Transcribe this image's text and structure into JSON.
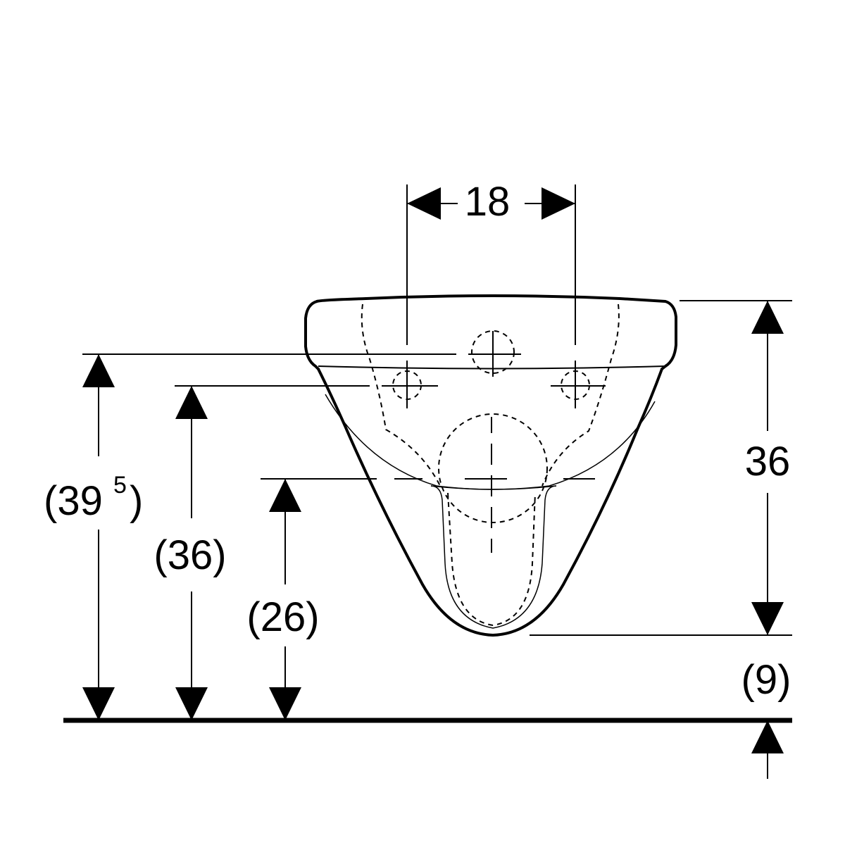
{
  "dimensions": {
    "top_width": "18",
    "overall_height": "36",
    "floor_gap": "(9)",
    "height_top_left": "(39",
    "height_top_left_sup": "5",
    "height_top_left_close": ")",
    "height_fixing": "(36)",
    "height_outlet": "(26)"
  }
}
